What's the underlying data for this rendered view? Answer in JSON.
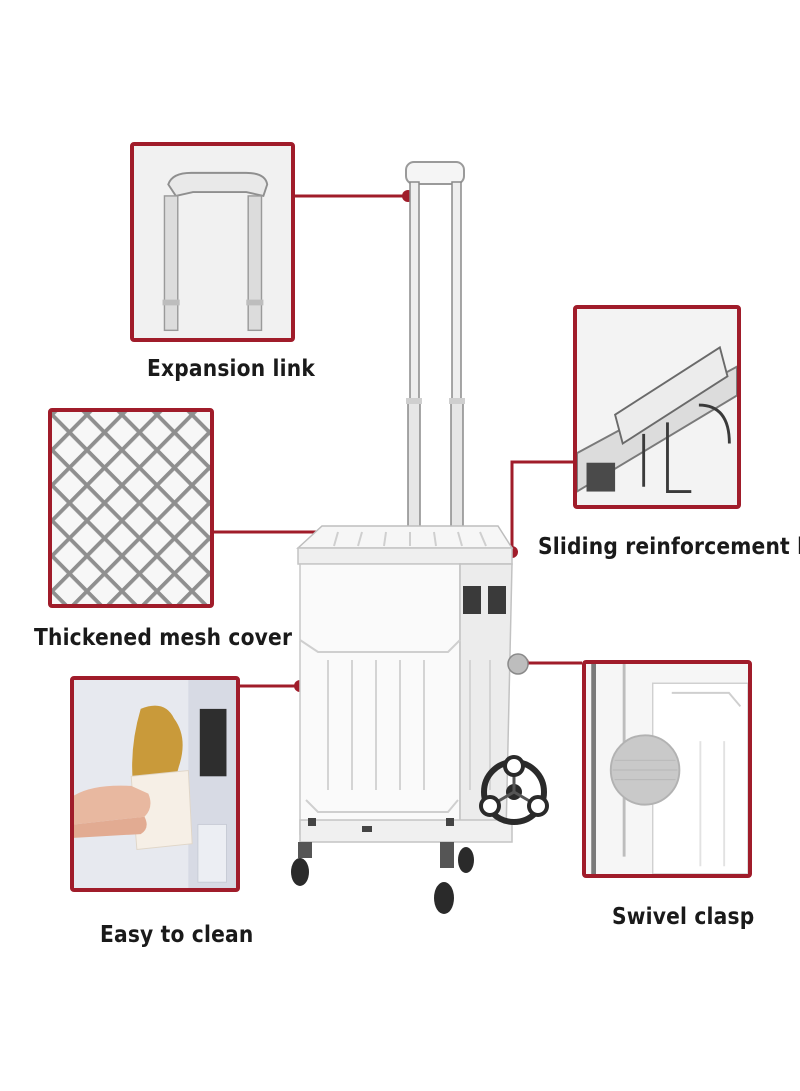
{
  "colors": {
    "callout_border": "#a01c2a",
    "connector": "#a01c2a",
    "cart_body": "#fafafa",
    "cart_shadow": "#d8d8d8",
    "wheel": "#2a2a2a"
  },
  "callouts": {
    "expansion_link": {
      "label": "Expansion link"
    },
    "mesh_cover": {
      "label": "Thickened mesh cover"
    },
    "easy_clean": {
      "label": "Easy to clean"
    },
    "reinforcement_bar": {
      "label": "Sliding reinforcement bar"
    },
    "swivel_clasp": {
      "label": "Swivel clasp"
    }
  }
}
